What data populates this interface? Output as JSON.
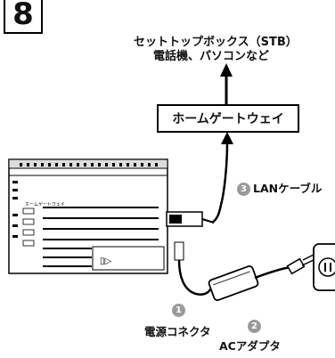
{
  "step_number": "8",
  "labels": {
    "stb_line1": "セットトップボックス（STB）",
    "stb_line2": "電話機、パソコンなど",
    "home_gateway": "ホームゲートウェイ",
    "lan_cable": "LANケーブル",
    "power_connector": "電源コネクタ",
    "ac_adapter": "ACアダプタ"
  },
  "badges": {
    "b1": "1",
    "b2": "2",
    "b3": "3"
  },
  "device_side_labels": [
    "ホームゲートウェイ"
  ]
}
